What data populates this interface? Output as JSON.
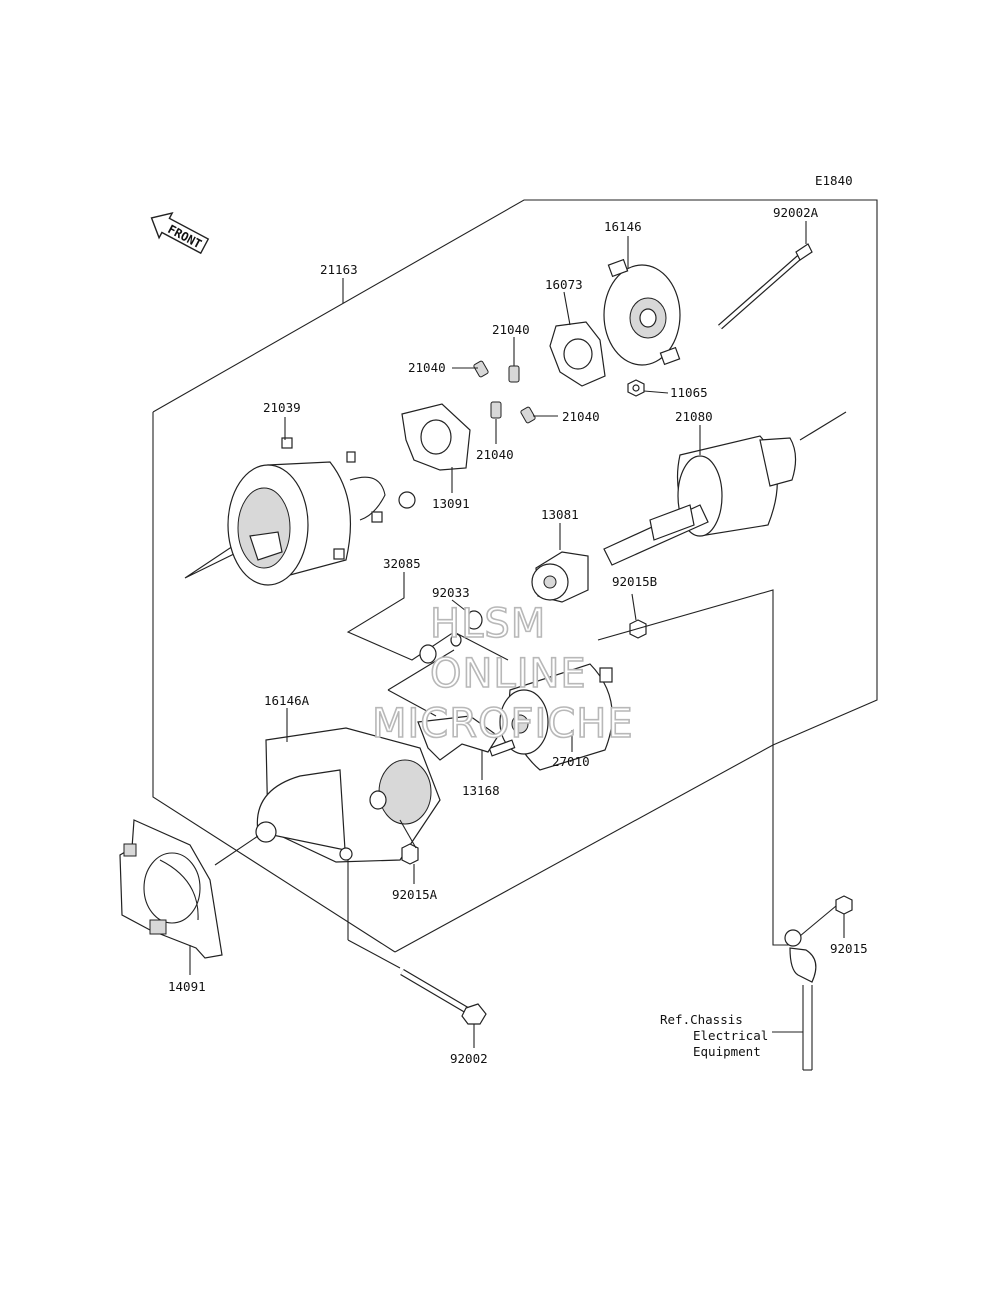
{
  "diagram_code": "E1840",
  "front_label": "FRONT",
  "parts": {
    "p21163": "21163",
    "p16146": "16146",
    "p92002A": "92002A",
    "p16073": "16073",
    "p21040_a": "21040",
    "p21040_b": "21040",
    "p21040_c": "21040",
    "p21040_d": "21040",
    "p11065": "11065",
    "p21039": "21039",
    "p13091": "13091",
    "p21080": "21080",
    "p13081": "13081",
    "p32085": "32085",
    "p92033": "92033",
    "p92015B": "92015B",
    "p16146A": "16146A",
    "p27010": "27010",
    "p13168": "13168",
    "p92015A": "92015A",
    "p92015": "92015",
    "p14091": "14091",
    "p92002": "92002"
  },
  "reference_note": [
    "Ref.Chassis",
    "Electrical",
    "Equipment"
  ],
  "watermark": [
    "HLSM",
    "ONLINE",
    "MICROFICHE"
  ]
}
